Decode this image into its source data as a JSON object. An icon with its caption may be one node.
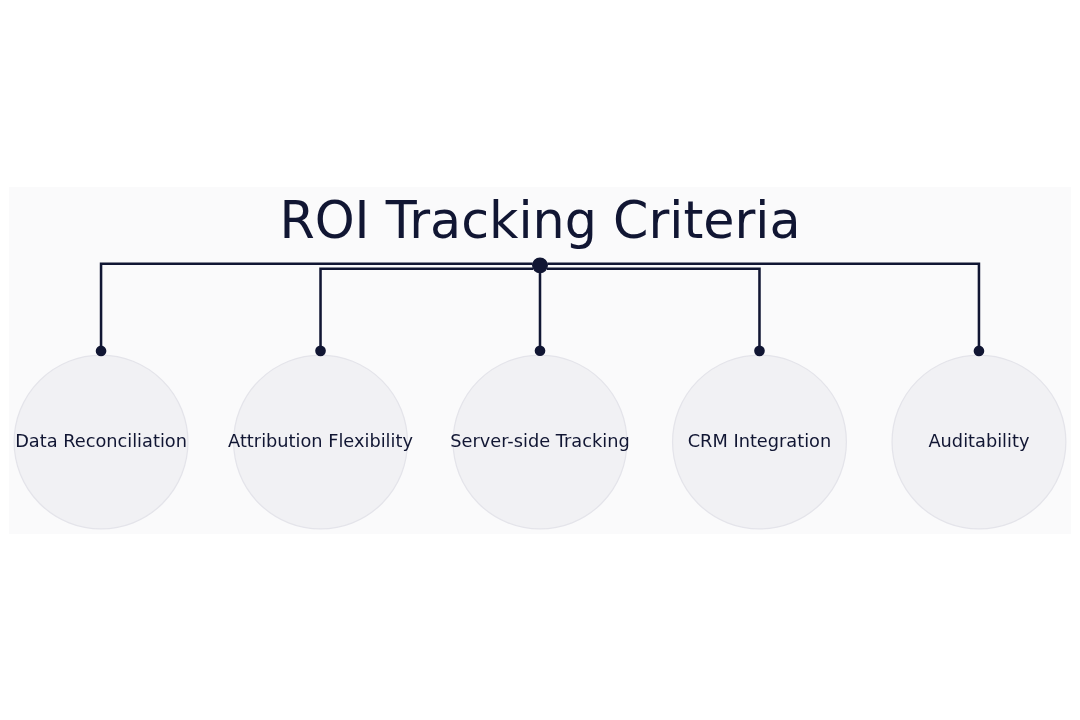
{
  "diagram": {
    "title": "ROI Tracking Criteria",
    "nodes": [
      {
        "text": [],
        "shape": "circle"
      },
      {
        "text": [
          "Data Reconciliation"
        ]
      },
      {
        "text": [
          "Attribution Flexibility"
        ]
      },
      {
        "text": [
          "Server-side Tracking"
        ]
      },
      {
        "text": [
          "CRM Integration"
        ]
      },
      {
        "text": [
          "Auditability"
        ]
      }
    ],
    "edges": [
      {
        "from": 0,
        "to": 1,
        "arrow": "other"
      },
      {
        "from": 0,
        "to": 2,
        "arrow": "other"
      },
      {
        "from": 0,
        "to": 3,
        "arrow": "other"
      },
      {
        "from": 0,
        "to": 4,
        "arrow": "other"
      },
      {
        "from": 0,
        "to": 5,
        "arrow": "other"
      }
    ]
  }
}
